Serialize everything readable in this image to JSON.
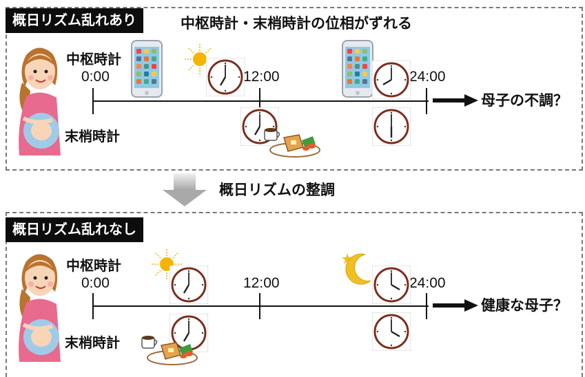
{
  "top": {
    "tag": "概日リズム乱れあり",
    "heading": "中枢時計・末梢時計の位相がずれる",
    "central_label": "中枢時計",
    "peripheral_label": "末梢時計",
    "time_0": "0:00",
    "time_12": "12:00",
    "time_24": "24:00",
    "outcome": "母子の不調？"
  },
  "middle": {
    "label": "概日リズムの整調"
  },
  "bottom": {
    "tag": "概日リズム乱れなし",
    "central_label": "中枢時計",
    "peripheral_label": "末梢時計",
    "time_0": "0:00",
    "time_12": "12:00",
    "time_24": "24:00",
    "outcome": "健康な母子？"
  },
  "colors": {
    "clock_rim": "#7a2e1e",
    "sun": "#f5b400",
    "moon": "#f0c020",
    "arrow_gray": "#a9a9a9",
    "skin": "#f9d5b8",
    "dress": "#e86a8e"
  },
  "icons": [
    "woman-pregnant-icon",
    "smartphone-icon",
    "sun-icon",
    "moon-icon",
    "clock-icon",
    "breakfast-icon",
    "arrow-right-icon",
    "down-arrow-icon"
  ]
}
